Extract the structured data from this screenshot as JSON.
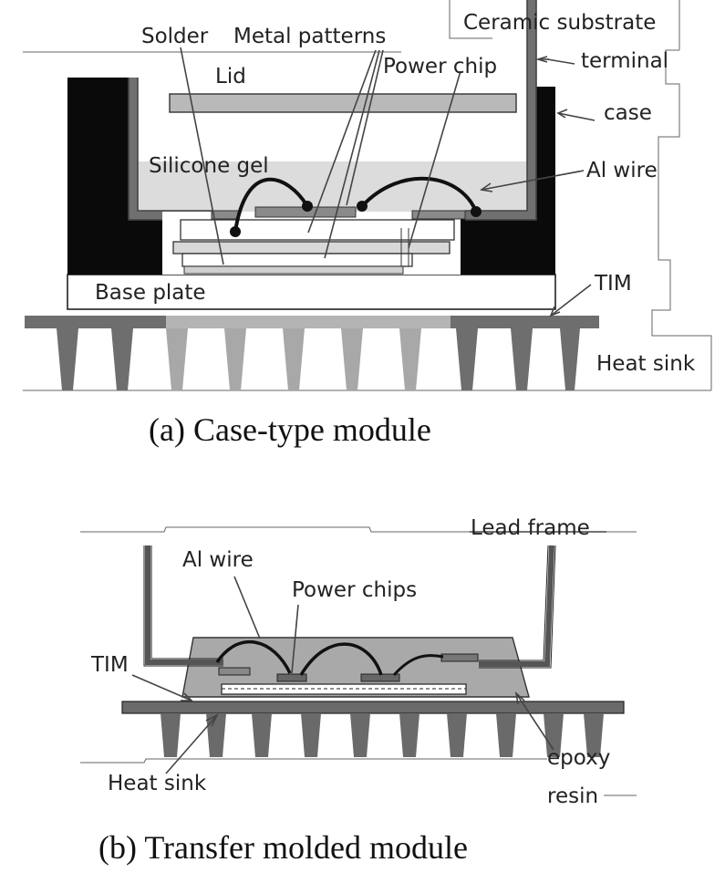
{
  "figure_a": {
    "caption": "(a) Case-type module",
    "labels": {
      "solder": "Solder",
      "metal_patterns": "Metal patterns",
      "ceramic_substrate": "Ceramic substrate",
      "lid": "Lid",
      "power_chip": "Power chip",
      "terminal": "terminal",
      "case": "case",
      "silicone_gel": "Silicone gel",
      "al_wire": "Al wire",
      "base_plate": "Base plate",
      "tim": "TIM",
      "heat_sink": "Heat sink"
    }
  },
  "figure_b": {
    "caption": "(b) Transfer molded module",
    "labels": {
      "lead_frame": "Lead frame",
      "al_wire": "Al wire",
      "power_chips": "Power chips",
      "tim": "TIM",
      "epoxy": "epoxy",
      "resin": "resin",
      "heat_sink": "Heat sink"
    }
  },
  "colors": {
    "case_black": "#0a0a0a",
    "gel_gray": "#dcdcdc",
    "sink_gray": "#6e6e6e",
    "sink_light": "#b4b4b4",
    "lid_gray": "#b9b9b9",
    "epoxy_gray": "#a9a9a9"
  }
}
